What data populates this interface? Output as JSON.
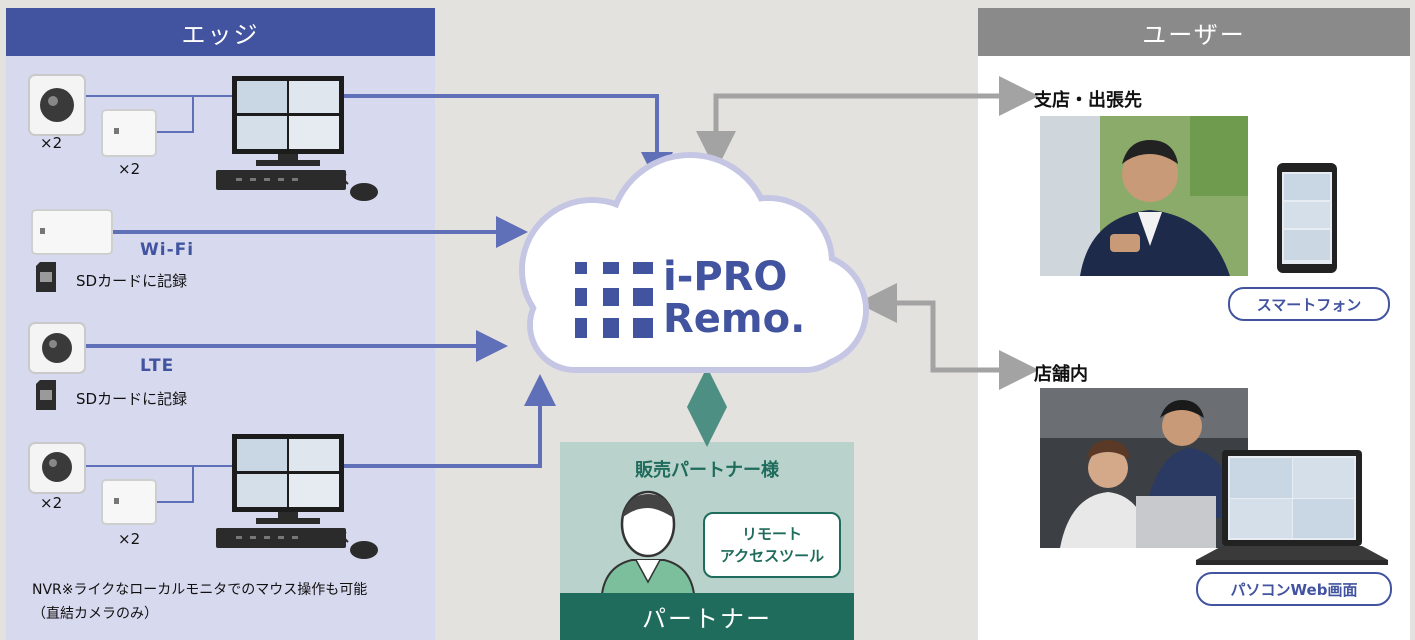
{
  "edge": {
    "header": "エッジ",
    "mult_a": "×2",
    "mult_b": "×2",
    "mult_c": "×2",
    "mult_d": "×2",
    "wifi_label": "Wi-Fi",
    "lte_label": "LTE",
    "sd_note_1": "SDカードに記録",
    "sd_note_2": "SDカードに記録",
    "footnote_line1": "NVR※ライクなローカルモニタでのマウス操作も可能",
    "footnote_line2": "（直結カメラのみ）"
  },
  "cloud": {
    "logo_line1": "i-PRO",
    "logo_line2": "Remo."
  },
  "partner": {
    "title": "販売パートナー様",
    "tool_line1": "リモート",
    "tool_line2": "アクセスツール",
    "footer": "パートナー"
  },
  "user": {
    "header": "ユーザー",
    "branch_label": "支店・出張先",
    "smartphone_label": "スマートフォン",
    "store_label": "店舗内",
    "pc_label": "パソコンWeb画面"
  },
  "colors": {
    "edge_blue": "#4253a0",
    "edge_panel": "#d7d9ee",
    "user_gray": "#8a8a8a",
    "partner_green": "#1f6c5c",
    "partner_panel": "#b9d2cb",
    "background": "#e4e2df"
  }
}
